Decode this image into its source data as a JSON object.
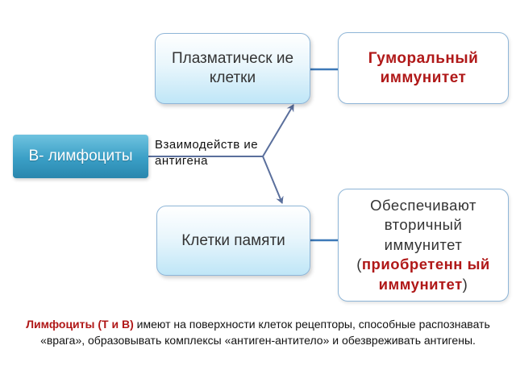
{
  "nodes": {
    "plasma_cells": "Плазматическ ие клетки",
    "memory_cells": "Клетки памяти",
    "b_lymphocytes": "В- лимфоциты",
    "humoral_immunity": "Гуморальный иммунитет",
    "antigen_interaction": "Взаимодейств ие антигена",
    "secondary": {
      "text_before": "Обеспечивают вторичный иммунитет (",
      "highlight": "приобретенн ый иммунитет",
      "text_after": ")"
    }
  },
  "caption": {
    "highlight": "Лимфоциты (Т и В)",
    "text": " имеют на поверхности клеток рецепторы, способные распознавать «врага», образовывать комплексы «антиген-антитело» и обезвреживать антигены."
  },
  "colors": {
    "accent_red": "#b01818",
    "b_box_blue": "#3a9fc6",
    "connector_blue": "#3d79b8",
    "arrow_gray": "#5a6f9c"
  }
}
